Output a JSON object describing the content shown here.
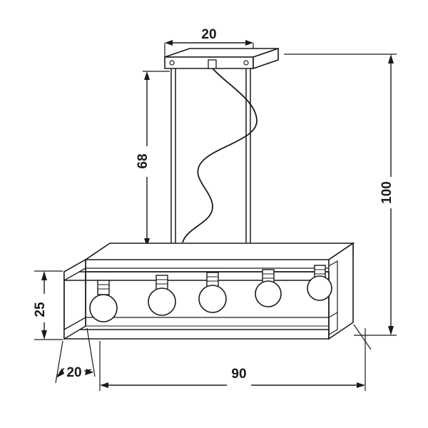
{
  "diagram": {
    "title": "Pendant lamp technical dimension drawing",
    "units": "cm",
    "line_color": "#1a1a1a",
    "background_color": "#ffffff",
    "dimensions": {
      "canopy_width": "20",
      "suspension_height": "68",
      "total_height": "100",
      "frame_height": "25",
      "frame_depth": "20",
      "frame_width": "90"
    },
    "labels": [
      {
        "id": "canopy-width",
        "value": "20",
        "position": "top-center"
      },
      {
        "id": "suspension-height",
        "value": "68",
        "position": "mid-left-vertical"
      },
      {
        "id": "total-height",
        "value": "100",
        "position": "right-vertical"
      },
      {
        "id": "frame-height",
        "value": "25",
        "position": "left-vertical"
      },
      {
        "id": "frame-depth",
        "value": "20",
        "position": "bottom-left"
      },
      {
        "id": "frame-width",
        "value": "90",
        "position": "bottom-center"
      }
    ],
    "bulb_count": 5
  }
}
